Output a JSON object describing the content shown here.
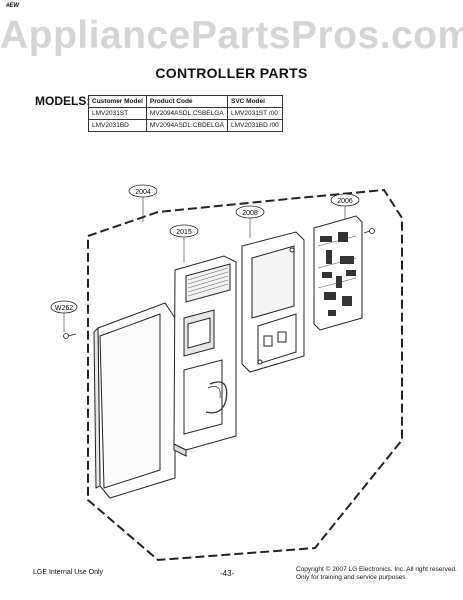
{
  "document": {
    "corner_tag": "#EW",
    "watermark": "AppliancePartsPros.com",
    "title": "CONTROLLER PARTS",
    "models_label": "MODELS:",
    "models_table": {
      "headers": [
        "Customer Model",
        "Product Code",
        "SVC Model"
      ],
      "rows": [
        [
          "LMV2031ST",
          "MV2094ASDL.CSBELGA",
          "LMV2031ST /00"
        ],
        [
          "LMV2031BD",
          "MV2094ASDL.CBDELGA",
          "LMV2031BD /00"
        ]
      ]
    },
    "callouts": {
      "c2004": "2004",
      "c2015": "2015",
      "c2008": "2008",
      "c2006": "2006",
      "cw262": "W262"
    },
    "footer": {
      "left": "LGE Internal Use Only",
      "page": "-43-",
      "copyright_line1": "Copyright © 2007 LG Electronics. Inc. All right reserved.",
      "copyright_line2": "Only for training and service purposes"
    }
  }
}
